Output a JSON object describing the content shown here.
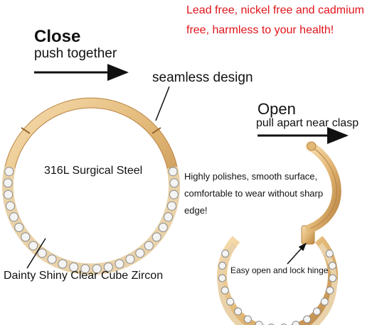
{
  "notice": {
    "line1": "Lead free, nickel free and cadmium",
    "line2": "free, harmless to your health!"
  },
  "close": {
    "title": "Close",
    "subtitle": "push together"
  },
  "seamless_label": "seamless design",
  "material_label": "316L Surgical Steel",
  "zircon_label": "Dainty Shiny Clear Cube Zircon",
  "open": {
    "title": "Open",
    "subtitle": "pull apart near clasp"
  },
  "features": {
    "line1": "Highly polishes, smooth surface,",
    "line2": "comfortable to wear without sharp",
    "line3": "edge!"
  },
  "hinge_label": "Easy open and lock hinge",
  "colors": {
    "notice_red": "#e0141b",
    "gold": "#e2b877",
    "gold_dark": "#c08a45",
    "text": "#111111"
  }
}
